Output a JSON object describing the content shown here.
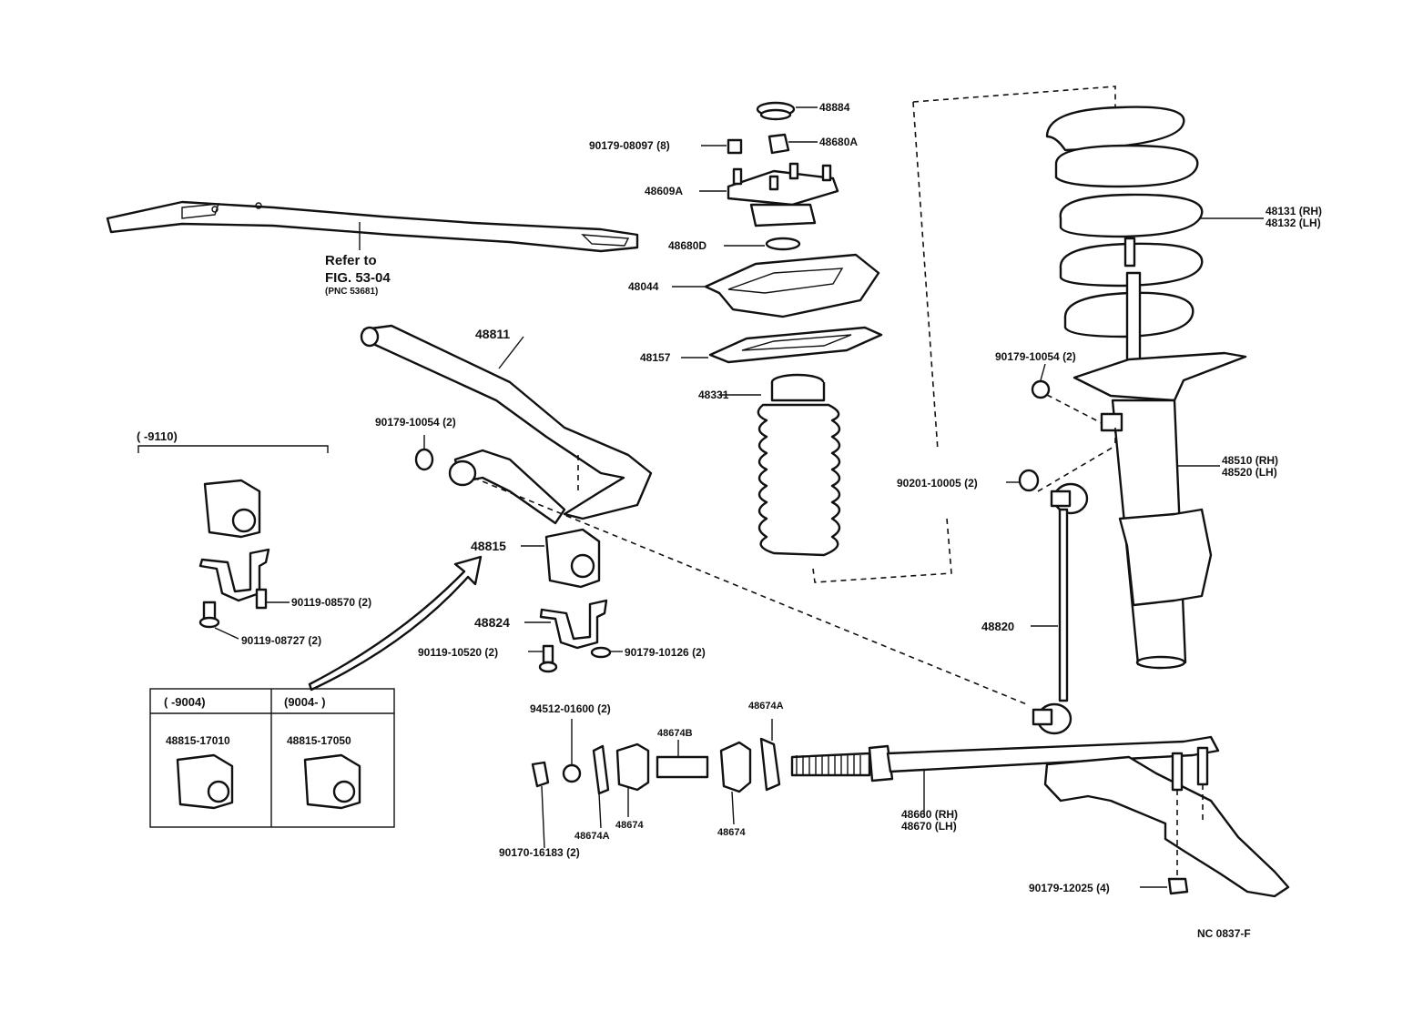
{
  "refer": {
    "line1": "Refer to",
    "line2": "FIG. 53-04",
    "line3": "(PNC 53681)"
  },
  "parts": {
    "p48884": "48884",
    "p48680A": "48680A",
    "p90179_08097": "90179-08097 (8)",
    "p48609A": "48609A",
    "p48680D": "48680D",
    "p48044": "48044",
    "p48157": "48157",
    "p48331": "48331",
    "p48131": "48131 (RH)",
    "p48132": "48132 (LH)",
    "p90179_10054_r": "90179-10054 (2)",
    "p48510": "48510 (RH)",
    "p48520": "48520 (LH)",
    "p90201_10005": "90201-10005 (2)",
    "p48820": "48820",
    "p48811": "48811",
    "p90179_10054_l": "90179-10054 (2)",
    "p48815": "48815",
    "p48824": "48824",
    "p90119_10520": "90119-10520 (2)",
    "p90179_10126": "90179-10126 (2)",
    "p90119_08570": "90119-08570 (2)",
    "p90119_08727": "90119-08727 (2)",
    "p94512_01600": "94512-01600 (2)",
    "p48674B": "48674B",
    "p48674A_top": "48674A",
    "p48674A_bot": "48674A",
    "p48674_a": "48674",
    "p48674_b": "48674",
    "p90170_16183": "90170-16183 (2)",
    "p48660": "48660 (RH)",
    "p48670": "48670 (LH)",
    "p90179_12025": "90179-12025 (4)"
  },
  "date_ranges": {
    "upto_9110": "(        -9110)",
    "upto_9004": "(        -9004)",
    "from_9004": "(9004-          )"
  },
  "table": {
    "col1_part": "48815-17010",
    "col2_part": "48815-17050"
  },
  "footer": {
    "code": "NC  0837-F"
  }
}
